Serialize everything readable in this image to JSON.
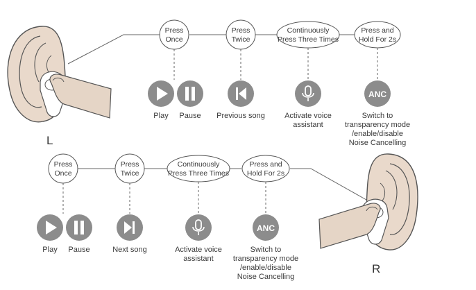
{
  "left": {
    "side_label": "L",
    "gestures": [
      {
        "line1": "Press",
        "line2": "Once"
      },
      {
        "line1": "Press",
        "line2": "Twice"
      },
      {
        "line1": "Continuously",
        "line2": "Press Three Times"
      },
      {
        "line1": "Press and",
        "line2": "Hold For 2s"
      }
    ],
    "actions": [
      {
        "icon": "play-icon",
        "label": "Play"
      },
      {
        "icon": "pause-icon",
        "label": "Pause"
      },
      {
        "icon": "previous-icon",
        "label": "Previous song"
      },
      {
        "icon": "microphone-icon",
        "label1": "Activate voice",
        "label2": "assistant"
      },
      {
        "icon": "anc-icon",
        "icon_text": "ANC",
        "lines": [
          "Switch to",
          "transparency mode",
          "/enable/disable",
          "Noise Cancelling"
        ]
      }
    ]
  },
  "right": {
    "side_label": "R",
    "gestures": [
      {
        "line1": "Press",
        "line2": "Once"
      },
      {
        "line1": "Press",
        "line2": "Twice"
      },
      {
        "line1": "Continuously",
        "line2": "Press Three Times"
      },
      {
        "line1": "Press and",
        "line2": "Hold For 2s"
      }
    ],
    "actions": [
      {
        "icon": "play-icon",
        "label": "Play"
      },
      {
        "icon": "pause-icon",
        "label": "Pause"
      },
      {
        "icon": "next-icon",
        "label": "Next song"
      },
      {
        "icon": "microphone-icon",
        "label1": "Activate voice",
        "label2": "assistant"
      },
      {
        "icon": "anc-icon",
        "icon_text": "ANC",
        "lines": [
          "Switch to",
          "transparency mode",
          "/enable/disable",
          "Noise Cancelling"
        ]
      }
    ]
  },
  "colors": {
    "icon_fill": "#8c8c8c",
    "skin": "#eadbcd",
    "line": "#666666"
  }
}
